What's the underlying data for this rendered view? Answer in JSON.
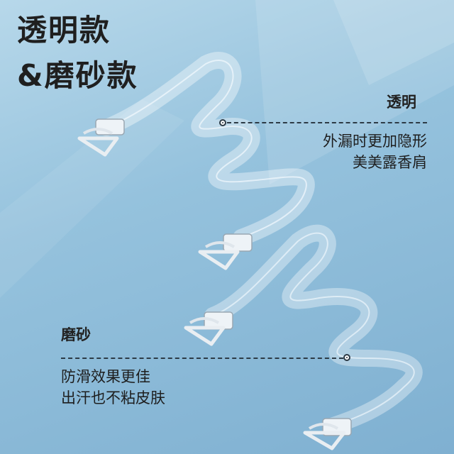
{
  "title": {
    "line1": "透明款",
    "line2": "&磨砂款"
  },
  "transparent": {
    "label": "透明",
    "desc_line1": "外漏时更加隐形",
    "desc_line2": "美美露香肩"
  },
  "frosted": {
    "label": "磨砂",
    "desc_line1": "防滑效果更佳",
    "desc_line2": "出汗也不粘皮肤"
  },
  "colors": {
    "background_top": "#b7d8ea",
    "background_bottom": "#7fb0d1",
    "text": "#1f1f1f",
    "dashed_line": "#2d3b46"
  }
}
